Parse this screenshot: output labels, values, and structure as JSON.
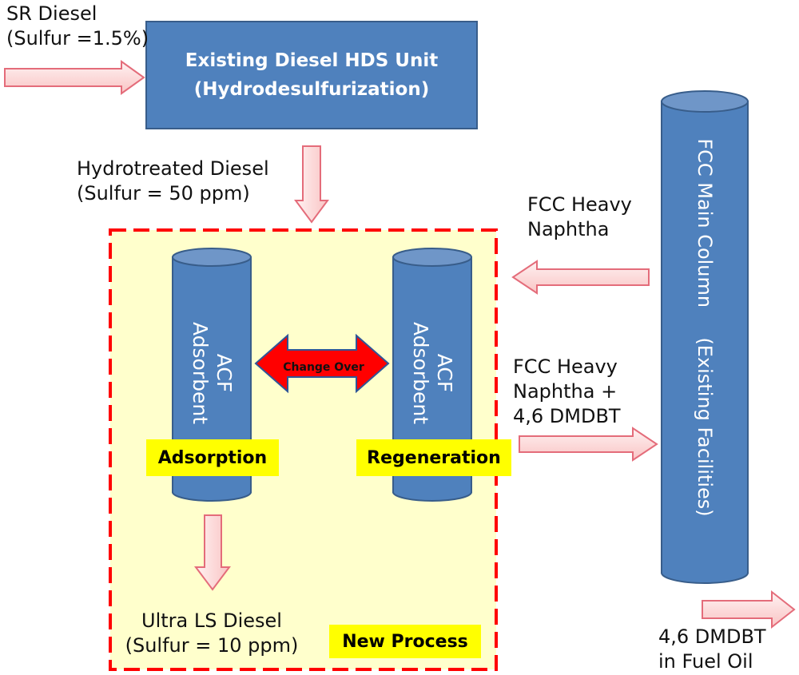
{
  "inputs": {
    "sr_diesel_line1": "SR Diesel",
    "sr_diesel_line2": "(Sulfur =1.5%)",
    "hydrotreated_line1": "Hydrotreated Diesel",
    "hydrotreated_line2": "(Sulfur = 50 ppm)"
  },
  "hds_unit": {
    "line1": "Existing Diesel HDS Unit",
    "line2": "(Hydrodesulfurization)"
  },
  "column_left": {
    "line1": "ACF",
    "line2": "Adsorbent",
    "tag": "Adsorption"
  },
  "column_right": {
    "line1": "ACF",
    "line2": "Adsorbent",
    "tag": "Regeneration"
  },
  "change_over": "Change Over",
  "product": {
    "line1": "Ultra LS Diesel",
    "line2": "(Sulfur = 10 ppm)"
  },
  "new_process": "New Process",
  "fcc_feed": {
    "line1": "FCC Heavy",
    "line2": "Naphtha"
  },
  "fcc_return": {
    "line1": "FCC Heavy",
    "line2": "Naphtha +",
    "line3": "4,6 DMDBT"
  },
  "fcc_column": {
    "line1": "FCC Main Column",
    "line2": "(Existing Facilities)"
  },
  "fuel_oil": {
    "line1": "4,6 DMDBT",
    "line2": "in Fuel Oil"
  },
  "colors": {
    "blue_fill": "#4f81bd",
    "blue_stroke": "#385d8a",
    "arrow_fill": "#fcd5d5",
    "arrow_stroke": "#e46c7a",
    "process_area": "#ffffcc",
    "dashed_border": "#ff0000",
    "highlight": "#ffff00",
    "changeover_arrow": "#ff0000"
  }
}
